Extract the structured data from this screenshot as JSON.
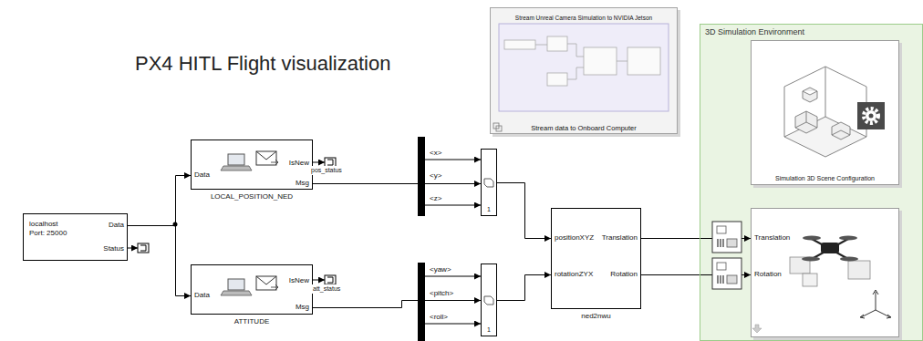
{
  "diagram": {
    "title": "PX4 HITL Flight visualization",
    "nodes": [
      {
        "text": [
          "localhost Port: 25000",
          "Data",
          "Status"
        ]
      },
      {
        "text": [
          "Data",
          "IsNew",
          "Msg",
          "LOCAL_POSITION_NED"
        ]
      },
      {
        "text": [
          "Data",
          "IsNew",
          "Msg",
          "ATTITUDE"
        ]
      },
      {
        "text": [
          "1"
        ]
      },
      {
        "text": [
          "1"
        ]
      },
      {
        "text": [
          "positionXYZ",
          "rotationZYX",
          "Translation",
          "Rotation",
          "ned2nwu"
        ]
      },
      {
        "text": [
          "Stream Unreal Camera Simulation to NVIDIA Jetson",
          "Stream data to Onboard Computer"
        ]
      },
      {
        "text": [
          "3D Simulation Environment"
        ]
      },
      {
        "text": [
          "Simulation 3D Scene Configuration"
        ],
        "in": 7
      },
      {
        "text": [
          "Translation",
          "Rotation"
        ],
        "in": 7
      }
    ],
    "edges": [
      {
        "from": 0,
        "to": 1,
        "arrow": "to"
      },
      {
        "from": 0,
        "to": 2,
        "arrow": "to"
      },
      {
        "from": 1,
        "to": 3,
        "arrow": "to"
      },
      {
        "from": 2,
        "to": 4,
        "arrow": "to"
      },
      {
        "from": 3,
        "to": 5,
        "arrow": "to"
      },
      {
        "from": 4,
        "to": 5,
        "arrow": "to"
      },
      {
        "from": 5,
        "to": 9,
        "arrow": "to"
      },
      {
        "from": 5,
        "to": 9,
        "arrow": "to"
      }
    ],
    "labels": [
      "pos_status",
      "att_status",
      "<x>",
      "<y>",
      "<z>",
      "<yaw>",
      "<pitch>",
      "<roll>"
    ]
  }
}
